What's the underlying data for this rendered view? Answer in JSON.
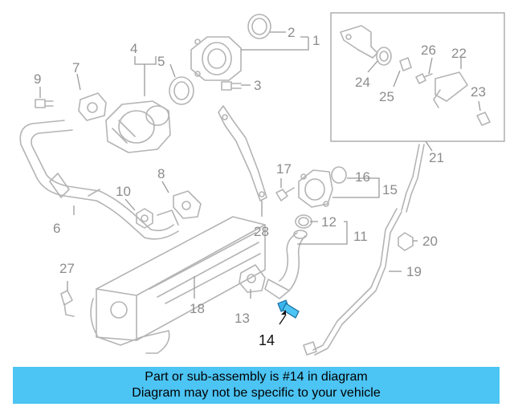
{
  "callouts": [
    "1",
    "2",
    "3",
    "4",
    "5",
    "6",
    "7",
    "8",
    "9",
    "10",
    "11",
    "12",
    "13",
    "14",
    "15",
    "16",
    "17",
    "18",
    "19",
    "20",
    "21",
    "22",
    "23",
    "24",
    "25",
    "26",
    "27",
    "28"
  ],
  "highlight": {
    "part_number": "14",
    "color": "#3ab4ec"
  },
  "banner": {
    "line1": "Part or sub-assembly is #14 in diagram",
    "line2": "Diagram may not be specific to your vehicle",
    "background": "#4cc4f4"
  },
  "colors": {
    "parts": "#b4b4b4",
    "labels": "#8c8c8c"
  }
}
